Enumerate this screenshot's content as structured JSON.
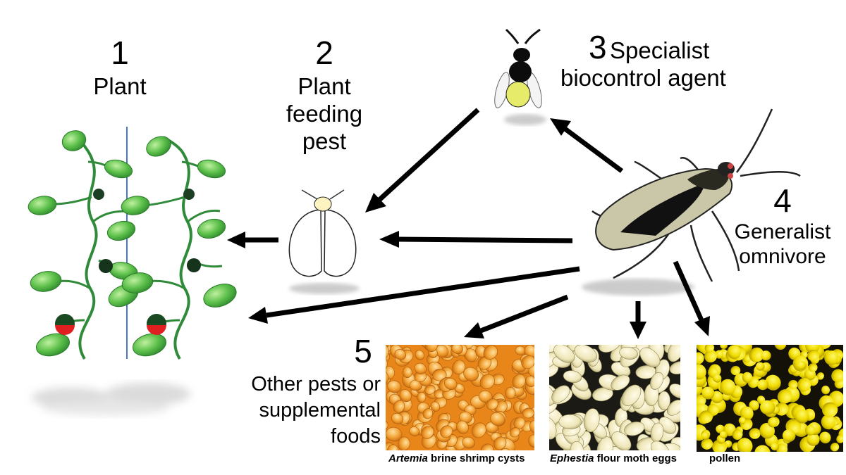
{
  "nodes": {
    "plant": {
      "number": "1",
      "label": "Plant"
    },
    "pest": {
      "number": "2",
      "label_lines": [
        "Plant",
        "feeding",
        "pest"
      ]
    },
    "specialist": {
      "number": "3",
      "label_lines": [
        "Specialist",
        "biocontrol agent"
      ]
    },
    "omnivore": {
      "number": "4",
      "label_lines": [
        "Generalist",
        "omnivore"
      ]
    },
    "other": {
      "number": "5",
      "label_lines": [
        "Other pests or",
        "supplemental",
        "foods"
      ]
    }
  },
  "foods": [
    {
      "italic": "Artemia",
      "text": " brine shrimp cysts"
    },
    {
      "italic": "Ephestia",
      "text": " flour moth eggs"
    },
    {
      "italic": "",
      "text": "pollen"
    }
  ],
  "colors": {
    "arrow": "#000000",
    "leaf": "#5cc04a",
    "stem": "#2f8a3a",
    "fruit_red": "#e02020",
    "cyst_orange": "#f0a020",
    "moth_egg": "#f3efc6",
    "pollen_yellow": "#f2e000"
  }
}
